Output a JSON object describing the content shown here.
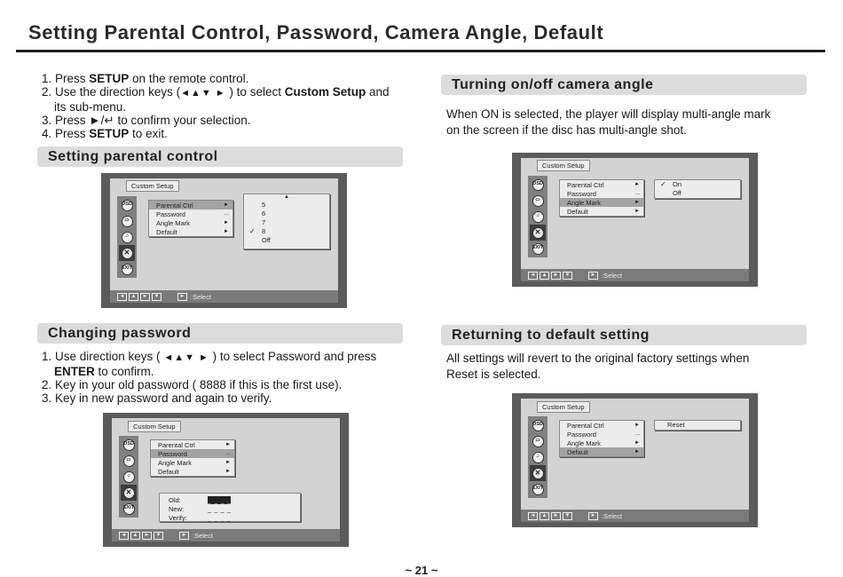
{
  "page": {
    "title": "Setting Parental Control, Password, Camera Angle, Default",
    "page_number": "~ 21 ~"
  },
  "intro_steps": {
    "s1_pre": "1. Press ",
    "s1_key": "SETUP",
    "s1_post": " on the remote control.",
    "s2_pre": "2. Use the direction keys (",
    "s2_arrows": "◄▲▼ ►",
    "s2_mid": " ) to select ",
    "s2_key": "Custom Setup",
    "s2_post": " and",
    "s2_cont": "its sub-menu.",
    "s3_pre": "3. Press ",
    "s3_icon": "►/↵",
    "s3_post": " to confirm your selection.",
    "s4_pre": "4. Press ",
    "s4_key": "SETUP",
    "s4_post": " to exit."
  },
  "sections": {
    "parental": {
      "title": "Setting parental control"
    },
    "password": {
      "title": "Changing password",
      "s1_pre": "1. Use direction keys ( ",
      "s1_arrows": "◄▲▼ ►",
      "s1_post": " ) to select Password and press",
      "s1_key": "ENTER",
      "s1_key_post": " to confirm.",
      "s2": "2. Key in your old password ( 8888 if this is the first use).",
      "s3": "3. Key in new password and again to verify."
    },
    "camera": {
      "title": "Turning on/off camera angle",
      "desc_1": "When ON is selected, the player will display multi-angle mark",
      "desc_2": "on the screen if the disc has multi-angle shot."
    },
    "default": {
      "title": "Returning to default setting",
      "desc_1": "All settings will revert to the original factory settings when",
      "desc_2": "Reset is selected."
    }
  },
  "osd": {
    "tab": "Custom Setup",
    "menu": [
      "Parental Ctrl",
      "Password",
      "Angle Mark",
      "Default"
    ],
    "markers": [
      "►",
      "...",
      "►",
      "►"
    ],
    "icons": [
      "OSD",
      "▭",
      "♫",
      "✕",
      "EXIT"
    ],
    "select_label": ":Select",
    "nav_keys": [
      "◄",
      "▲",
      "►",
      "▼",
      "►"
    ]
  },
  "parental_options": [
    "▲",
    "5",
    "6",
    "7",
    "8",
    "Off"
  ],
  "angle_options": [
    "On",
    "Off"
  ],
  "default_options": [
    "Reset"
  ],
  "password_fields": {
    "old_label": "Old:",
    "old_value": "_ _ _ _",
    "new_label": "New:",
    "new_value": "_ _ _ _",
    "verify_label": "Verify:",
    "verify_value": "_ _ _ _"
  },
  "check_mark": "✓"
}
